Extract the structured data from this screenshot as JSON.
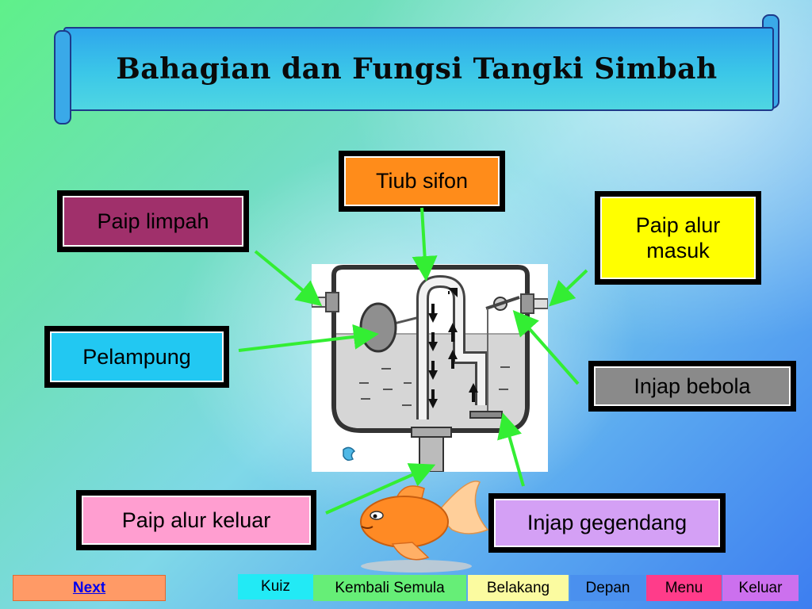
{
  "title": "Bahagian dan Fungsi Tangki Simbah",
  "labels": {
    "tiub_sifon": "Tiub sifon",
    "paip_limpah": "Paip limpah",
    "paip_alur_masuk": "Paip alur masuk",
    "pelampung": "Pelampung",
    "injap_bebola": "Injap bebola",
    "paip_alur_keluar": "Paip alur keluar",
    "injap_gegendang": "Injap gegendang"
  },
  "nav": {
    "next": "Next",
    "kuiz": "Kuiz",
    "kembali_semula": "Kembali Semula",
    "belakang": "Belakang",
    "depan": "Depan",
    "menu": "Menu",
    "keluar": "Keluar"
  },
  "colors": {
    "tiub_sifon": "#ff8c1a",
    "paip_limpah": "#a0306b",
    "paip_alur_masuk": "#ffff00",
    "pelampung": "#22c8f2",
    "injap_bebola": "#8a8a8a",
    "paip_alur_keluar": "#ff9ed0",
    "injap_gegendang": "#d4a0f5",
    "pointer": "#33ee33"
  }
}
